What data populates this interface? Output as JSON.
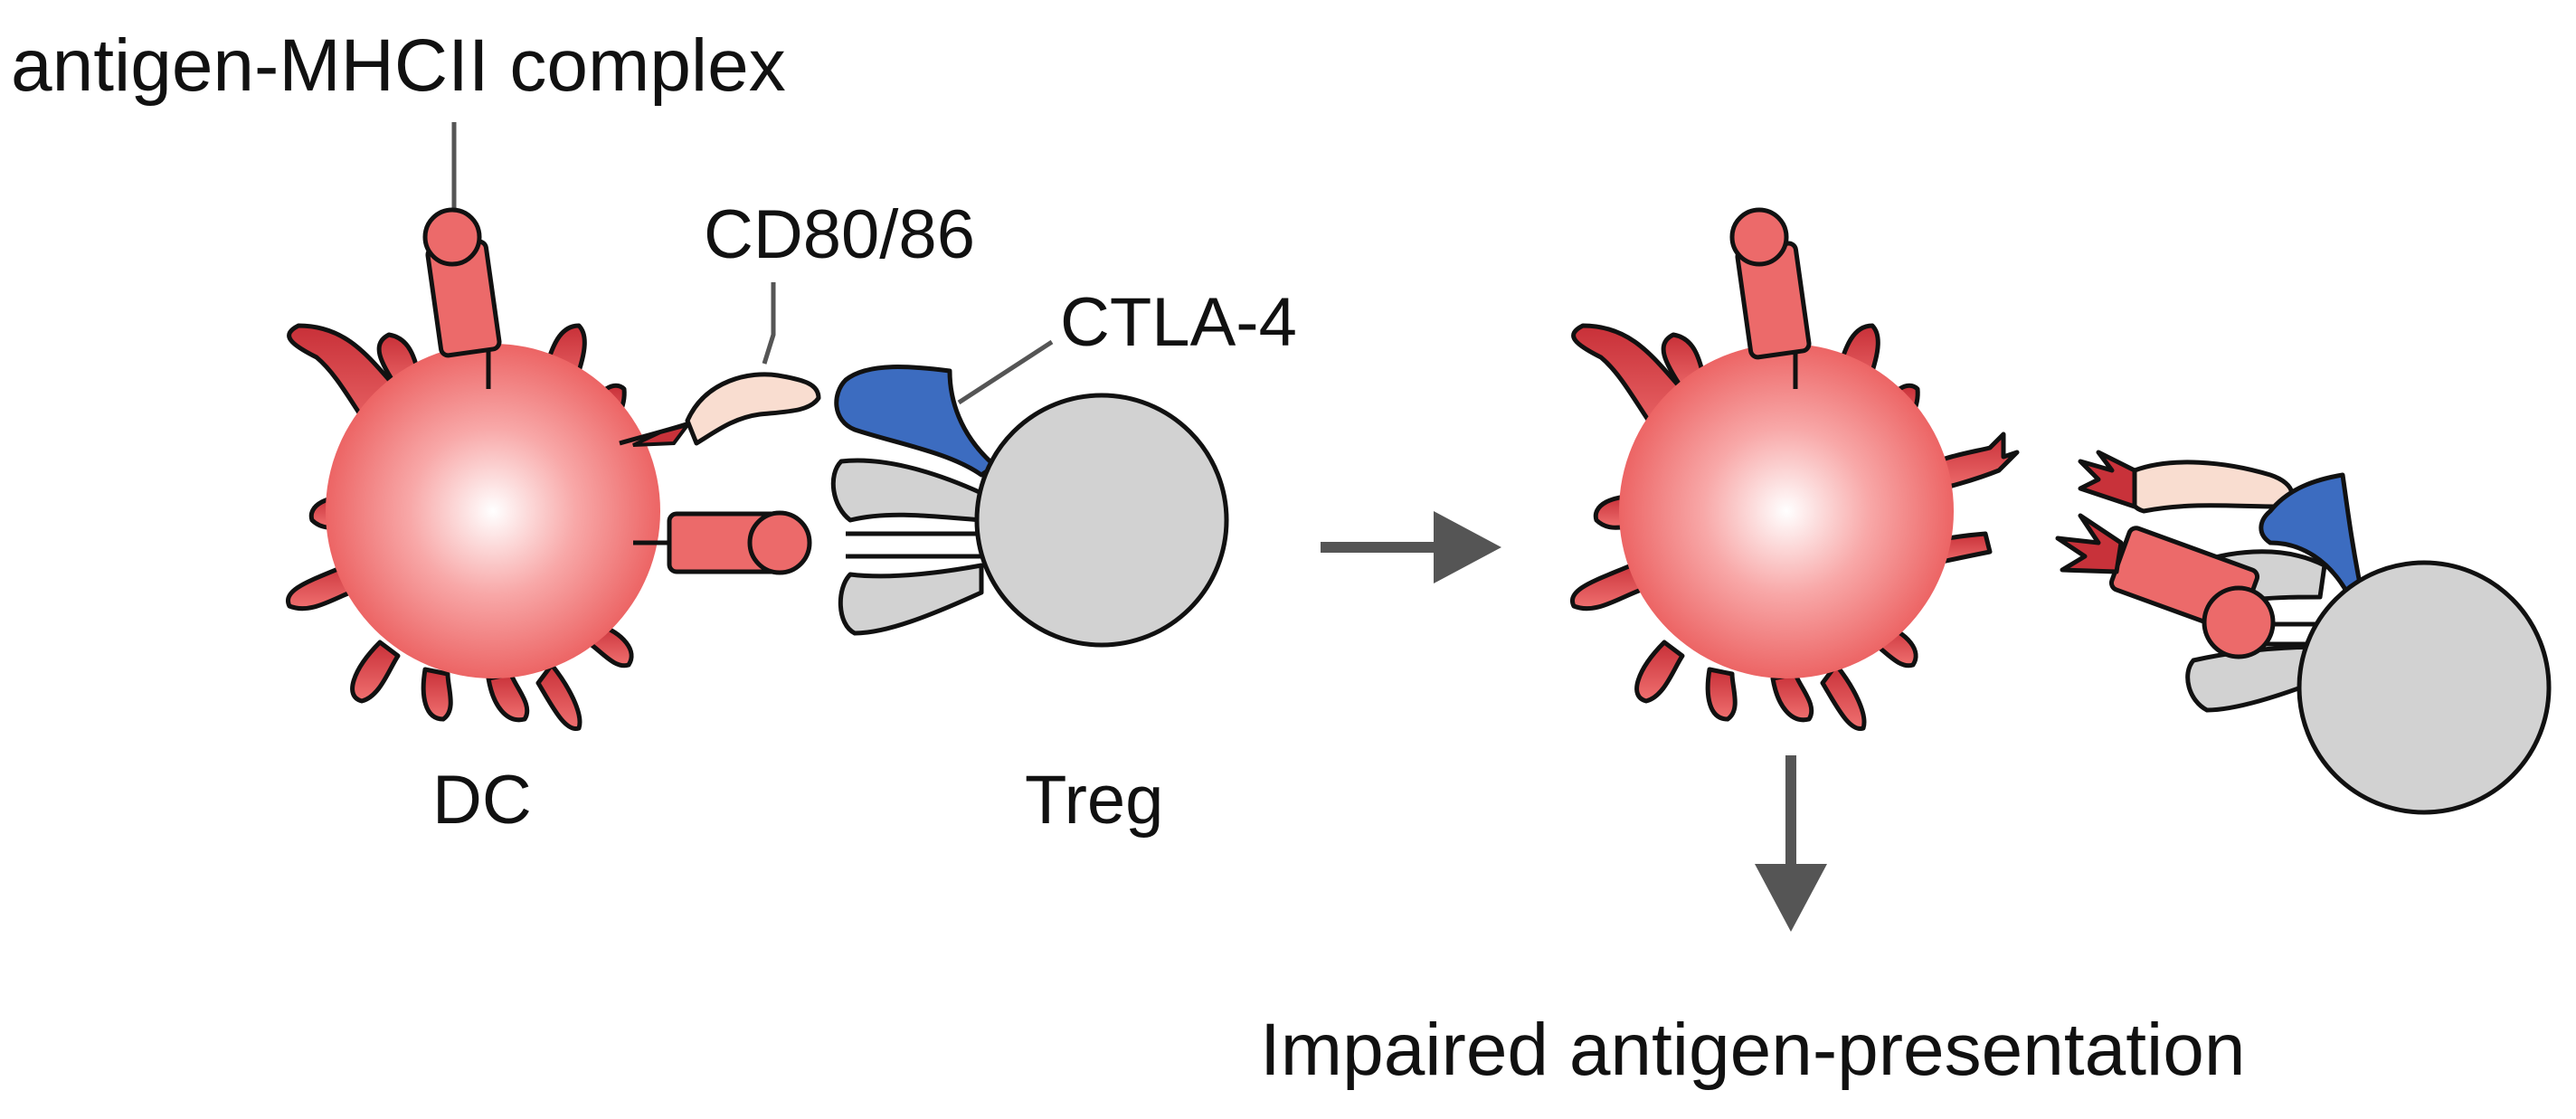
{
  "labels": {
    "antigen_mhcii": "antigen-MHCII complex",
    "cd80_86": "CD80/86",
    "ctla4": "CTLA-4",
    "dc": "DC",
    "treg": "Treg",
    "outcome": "Impaired antigen-presentation"
  },
  "colors": {
    "dc_fill": "#ef5f5f",
    "dc_center": "#ffffff",
    "dc_tip": "#c8323a",
    "mhc_fill": "#ec6a6a",
    "cd80_fill": "#f9ddd0",
    "ctla4_fill": "#3c6cc0",
    "treg_fill": "#d2d2d2",
    "arrow": "#555555"
  },
  "icons": {
    "process_arrow": "arrow-right-icon",
    "outcome_arrow": "arrow-down-icon"
  }
}
